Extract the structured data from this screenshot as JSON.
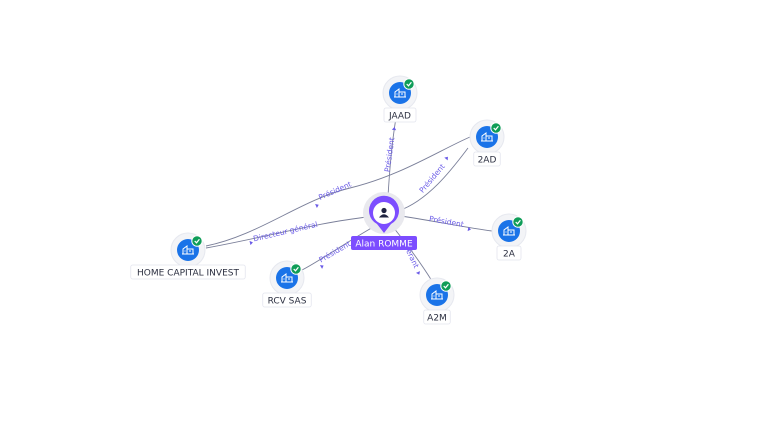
{
  "colors": {
    "company_blue": "#1a73e8",
    "check_green": "#0f9d58",
    "person_purple": "#7c4dff",
    "edge_text": "#6b5ce7",
    "edge_line": "#7a7f99"
  },
  "center": {
    "id": "alan",
    "label": "Alan ROMME",
    "icon": "person-icon",
    "type": "person"
  },
  "nodes": [
    {
      "id": "jaad",
      "label": "JAAD",
      "icon": "building-icon",
      "verified": true
    },
    {
      "id": "2ad",
      "label": "2AD",
      "icon": "building-icon",
      "verified": true
    },
    {
      "id": "2a",
      "label": "2A",
      "icon": "building-icon",
      "verified": true
    },
    {
      "id": "a2m",
      "label": "A2M",
      "icon": "building-icon",
      "verified": true
    },
    {
      "id": "rcv",
      "label": "RCV SAS",
      "icon": "building-icon",
      "verified": true
    },
    {
      "id": "home",
      "label": "HOME CAPITAL INVEST",
      "icon": "building-icon",
      "verified": true
    }
  ],
  "edges": [
    {
      "from": "alan",
      "to": "jaad",
      "label": "Président"
    },
    {
      "from": "alan",
      "to": "2ad",
      "label": "Président"
    },
    {
      "from": "alan",
      "to": "2a",
      "label": "Président"
    },
    {
      "from": "alan",
      "to": "a2m",
      "label": "Gérant"
    },
    {
      "from": "alan",
      "to": "rcv",
      "label": "Président"
    },
    {
      "from": "alan",
      "to": "home",
      "label": "Directeur général"
    },
    {
      "from": "home",
      "to": "2ad",
      "label": "Président"
    }
  ]
}
